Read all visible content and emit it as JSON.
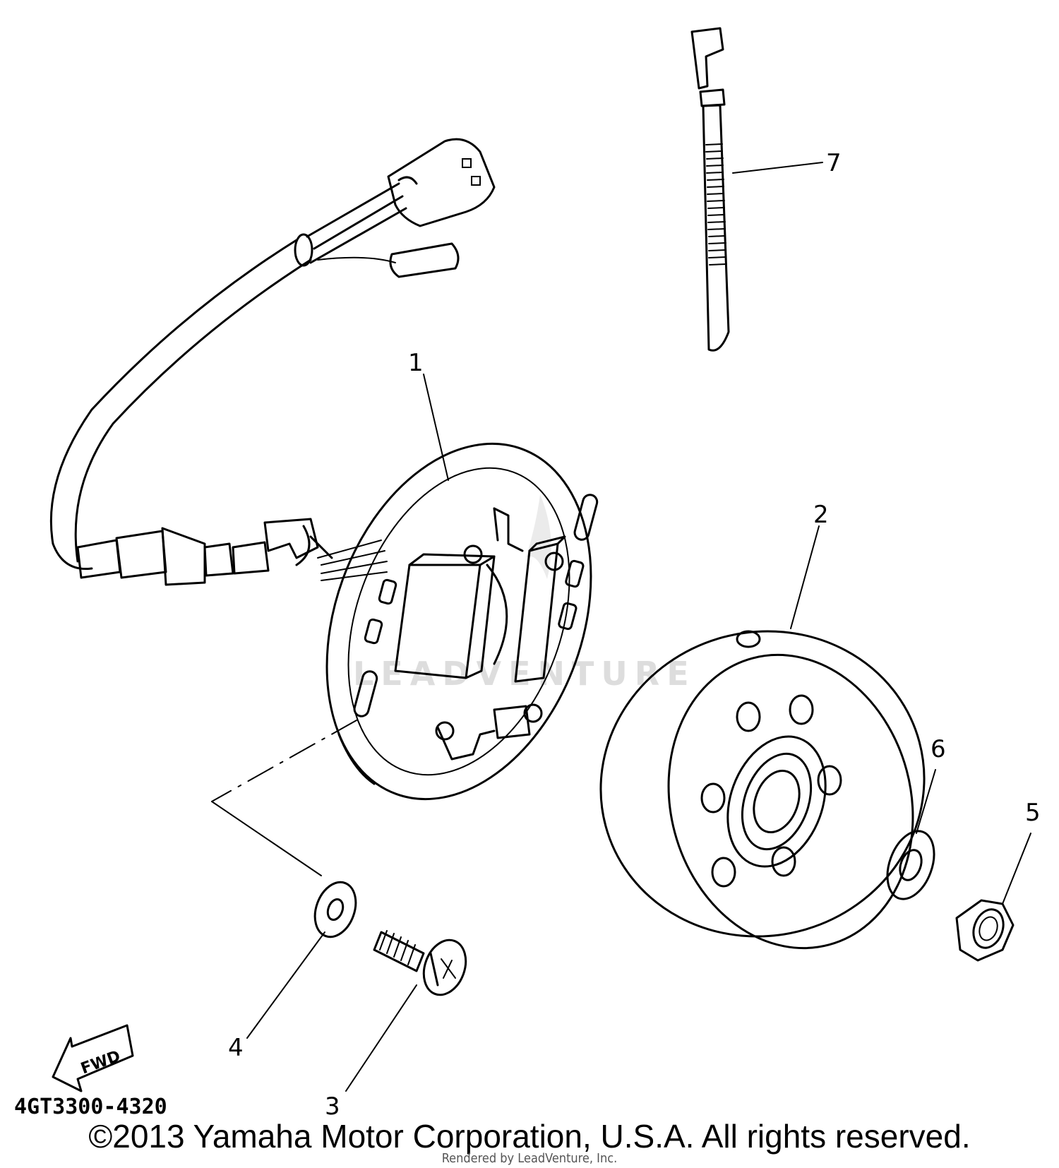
{
  "diagram": {
    "callouts": [
      {
        "id": "1",
        "label": "1"
      },
      {
        "id": "2",
        "label": "2"
      },
      {
        "id": "3",
        "label": "3"
      },
      {
        "id": "4",
        "label": "4"
      },
      {
        "id": "5",
        "label": "5"
      },
      {
        "id": "6",
        "label": "6"
      },
      {
        "id": "7",
        "label": "7"
      }
    ],
    "part_number": "4GT3300-4320",
    "fwd_label": "FWD",
    "watermark": "LEADVENTURE"
  },
  "footer": {
    "copyright": "©2013 Yamaha Motor Corporation, U.S.A. All rights reserved.",
    "rendered_by": "Rendered by LeadVenture, Inc."
  }
}
